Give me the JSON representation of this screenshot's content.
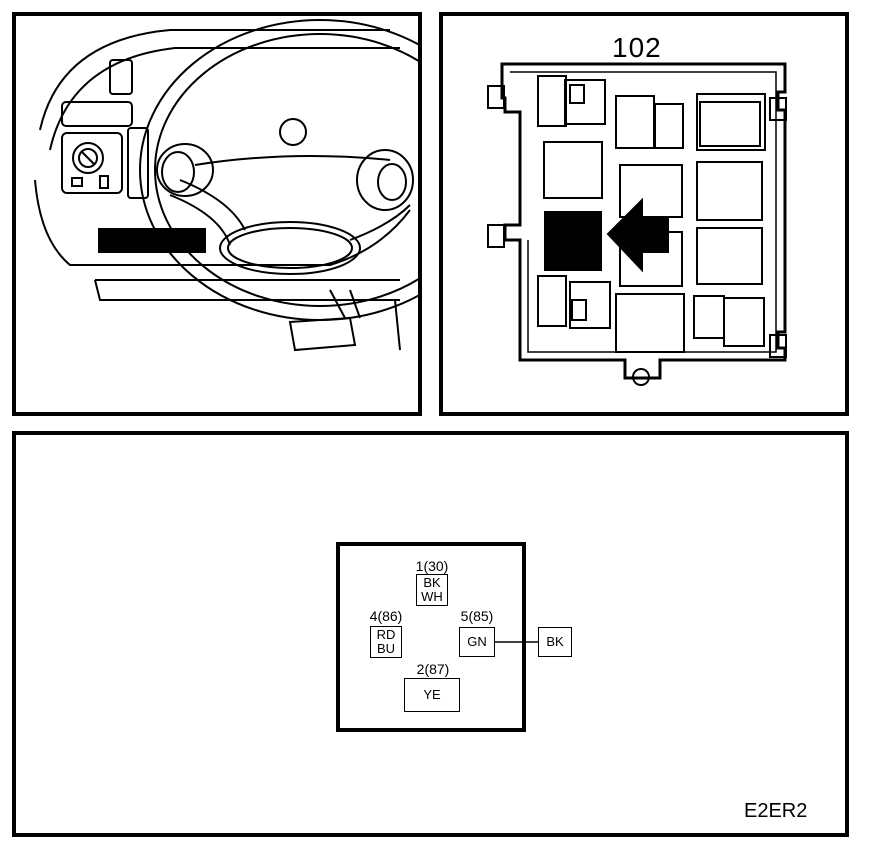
{
  "fusebox": {
    "number": "102"
  },
  "relay": {
    "pins": [
      {
        "id": "1(30)",
        "colors": [
          "BK",
          "WH"
        ]
      },
      {
        "id": "4(86)",
        "colors": [
          "RD",
          "BU"
        ]
      },
      {
        "id": "5(85)",
        "colors": [
          "GN"
        ]
      },
      {
        "id": "2(87)",
        "colors": [
          "YE"
        ]
      }
    ],
    "ground_wire": "BK"
  },
  "figure_code": "E2ER2"
}
